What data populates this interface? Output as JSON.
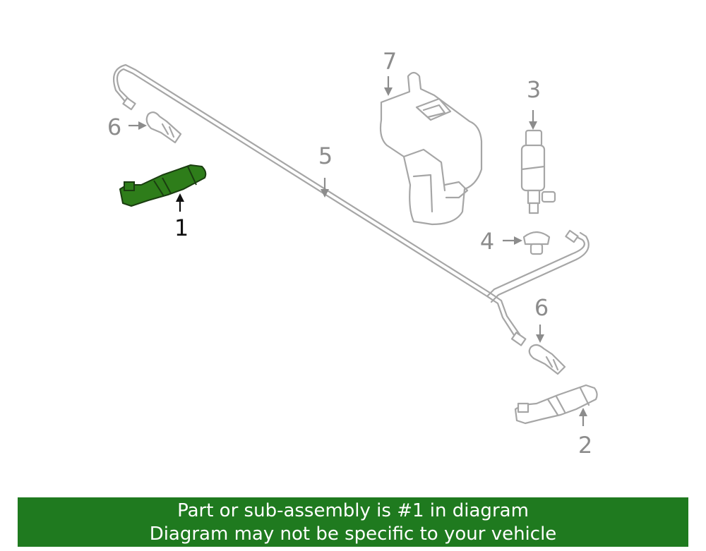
{
  "callouts": {
    "c1": "1",
    "c2": "2",
    "c3": "3",
    "c4": "4",
    "c5": "5",
    "c6a": "6",
    "c6b": "6",
    "c7": "7"
  },
  "highlighted_part": "1",
  "colors": {
    "highlight": "#2e7d1a",
    "banner_bg": "#1f7a1f",
    "line_gray": "#a6a6a6",
    "label_gray": "#8c8c8c"
  },
  "banner": {
    "line1": "Part or sub-assembly is #1 in diagram",
    "line2": "Diagram may not be specific to your vehicle"
  }
}
